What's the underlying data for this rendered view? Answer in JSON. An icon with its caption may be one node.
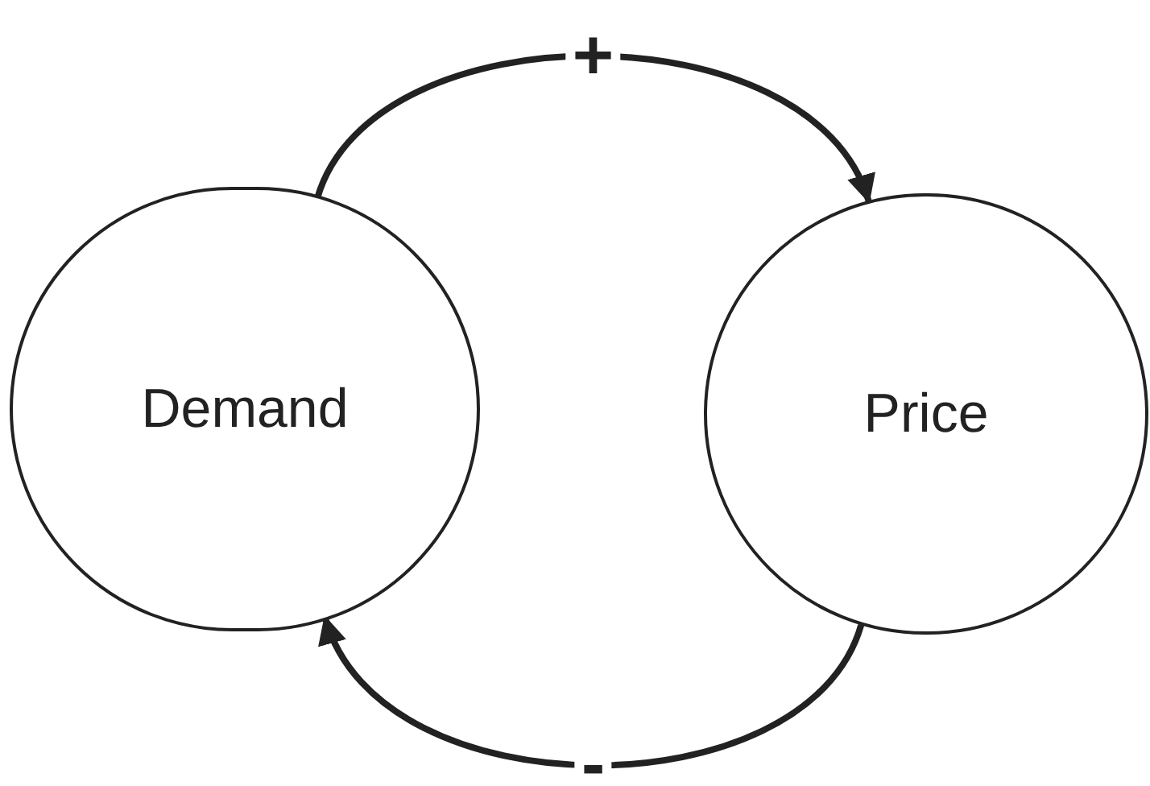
{
  "diagram": {
    "nodes": [
      {
        "text": [
          "Demand"
        ]
      },
      {
        "text": [
          "Price"
        ]
      }
    ],
    "edges": [
      {
        "from": 0,
        "to": 1,
        "arrow": "to",
        "label": "+"
      },
      {
        "from": 1,
        "to": 0,
        "arrow": "to",
        "label": "-"
      }
    ]
  }
}
